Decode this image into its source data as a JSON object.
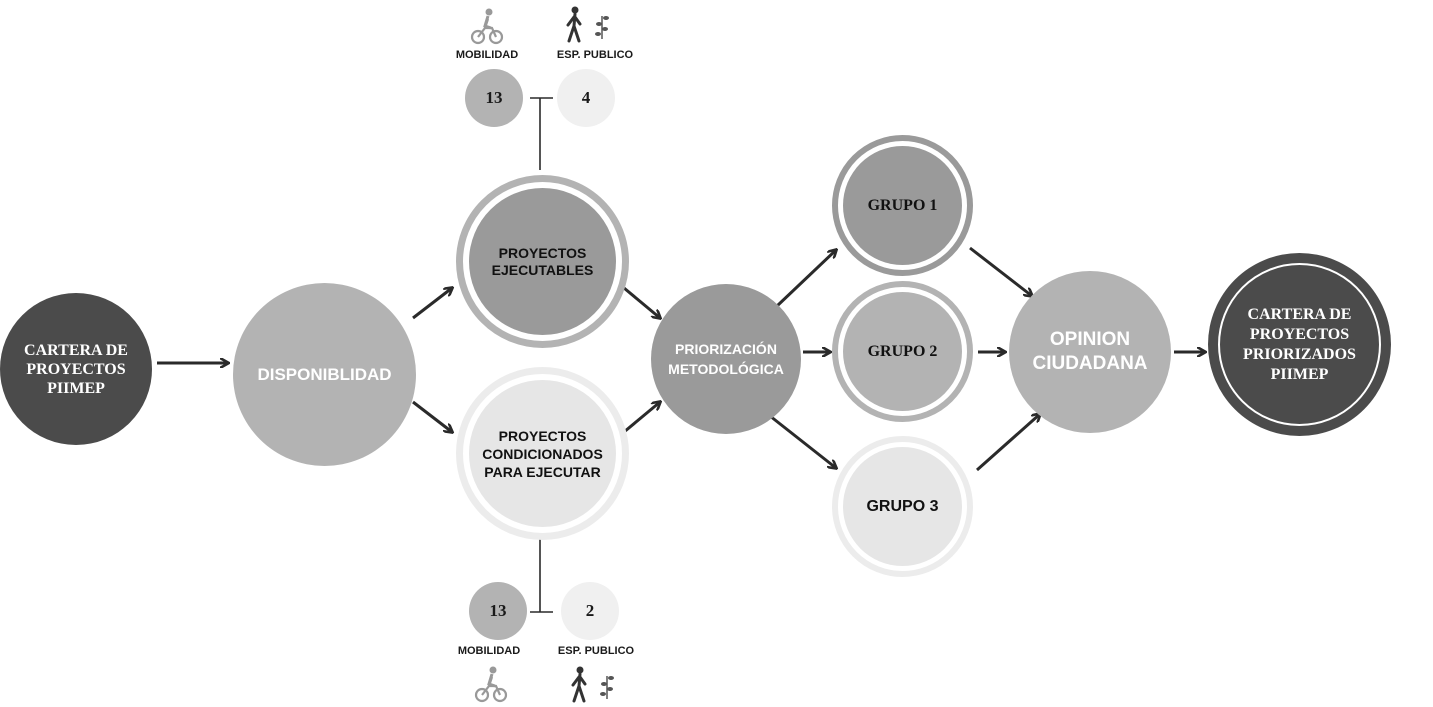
{
  "nodes": {
    "cartera": "CARTERA DE\nPROYECTOS\nPIIMEP",
    "disponibilidad": "DISPONIBLIDAD",
    "ejecutables": "PROYECTOS\nEJECUTABLES",
    "condicionados": "PROYECTOS\nCONDICIONADOS\nPARA EJECUTAR",
    "priorizacion": "PRIORIZACIÓN\nMETODOLÓGICA",
    "grupo1": "GRUPO 1",
    "grupo2": "GRUPO 2",
    "grupo3": "GRUPO 3",
    "opinion": "OPINION\nCIUDADANA",
    "cartera_final": "CARTERA DE\nPROYECTOS\nPRIORIZADOS\nPIIMEP"
  },
  "top_breakdown": {
    "mobilidad_label": "MOBILIDAD",
    "esp_publico_label": "ESP. PUBLICO",
    "mobilidad_count": "13",
    "esp_publico_count": "4"
  },
  "bottom_breakdown": {
    "mobilidad_label": "MOBILIDAD",
    "esp_publico_label": "ESP. PUBLICO",
    "mobilidad_count": "13",
    "esp_publico_count": "2"
  },
  "icons": [
    "bicycle-icon",
    "pedestrian-icon",
    "plant-icon"
  ],
  "colors": {
    "dark": "#4b4b4b",
    "mid": "#9a9a9a",
    "mid_light": "#b3b3b3",
    "light": "#e6e6e6",
    "lighter": "#f0f0f0",
    "arrow": "#2a2a2a"
  }
}
